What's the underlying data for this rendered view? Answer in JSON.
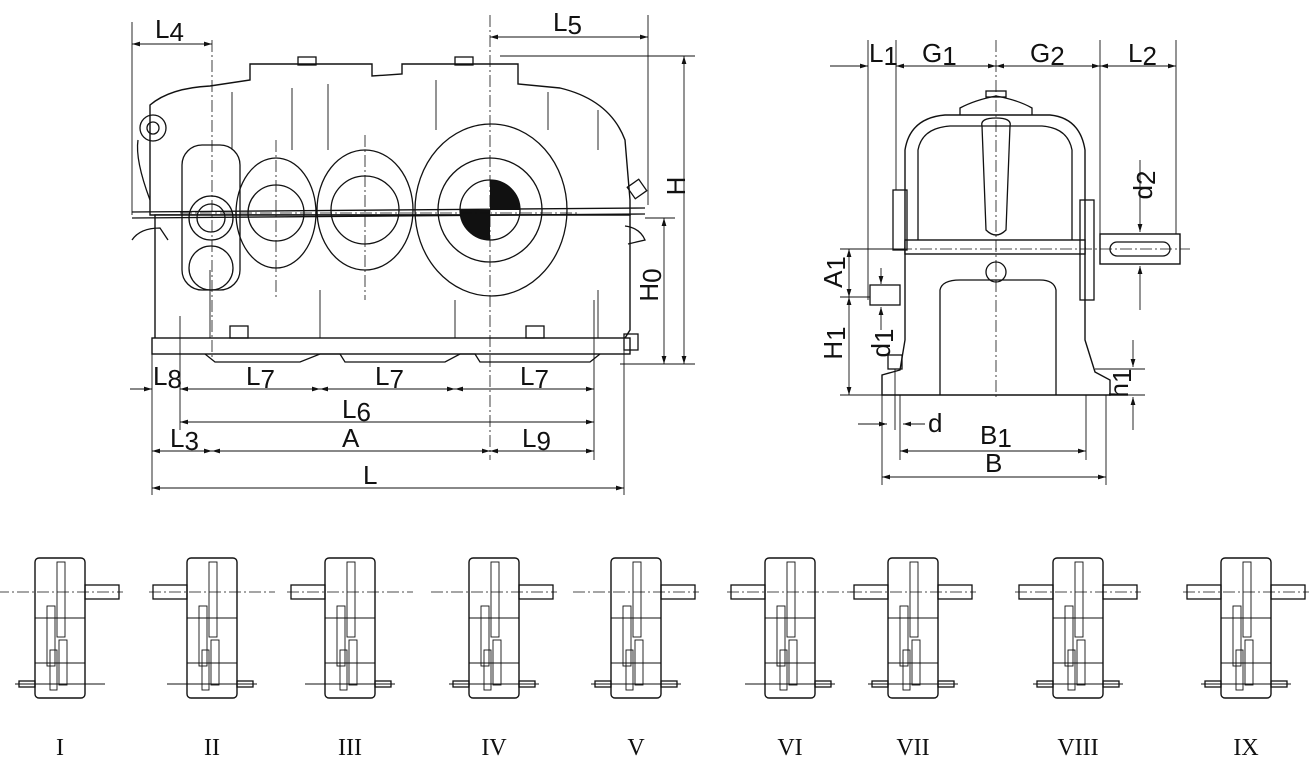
{
  "front_view": {
    "labels": {
      "L4": {
        "main": "L",
        "sub": "4"
      },
      "L5": {
        "main": "L",
        "sub": "5"
      },
      "H": {
        "main": "H",
        "sub": ""
      },
      "H0": {
        "main": "H",
        "sub": "0"
      },
      "L8": {
        "main": "L",
        "sub": "8"
      },
      "L7a": {
        "main": "L",
        "sub": "7"
      },
      "L7b": {
        "main": "L",
        "sub": "7"
      },
      "L7c": {
        "main": "L",
        "sub": "7"
      },
      "L6": {
        "main": "L",
        "sub": "6"
      },
      "L3": {
        "main": "L",
        "sub": "3"
      },
      "A": {
        "main": "A",
        "sub": ""
      },
      "L9": {
        "main": "L",
        "sub": "9"
      },
      "L": {
        "main": "L",
        "sub": ""
      }
    }
  },
  "side_view": {
    "labels": {
      "L1": {
        "main": "L",
        "sub": "1"
      },
      "G1": {
        "main": "G",
        "sub": "1"
      },
      "G2": {
        "main": "G",
        "sub": "2"
      },
      "L2": {
        "main": "L",
        "sub": "2"
      },
      "d2": {
        "main": "d",
        "sub": "2"
      },
      "A1": {
        "main": "A",
        "sub": "1"
      },
      "H1": {
        "main": "H",
        "sub": "1"
      },
      "d1": {
        "main": "d",
        "sub": "1"
      },
      "h1": {
        "main": "h",
        "sub": "1"
      },
      "d": {
        "main": "d",
        "sub": ""
      },
      "B1": {
        "main": "B",
        "sub": "1"
      },
      "B": {
        "main": "B",
        "sub": ""
      }
    }
  },
  "assembly_types": [
    {
      "numeral": "I",
      "input": "left",
      "output": "right"
    },
    {
      "numeral": "II",
      "input": "right",
      "output": "left"
    },
    {
      "numeral": "III",
      "input": "right",
      "output": "left"
    },
    {
      "numeral": "IV",
      "input": "both",
      "output": "right"
    },
    {
      "numeral": "V",
      "input": "both",
      "output": "right"
    },
    {
      "numeral": "VI",
      "input": "right",
      "output": "left"
    },
    {
      "numeral": "VII",
      "input": "both",
      "output": "both"
    },
    {
      "numeral": "VIII",
      "input": "both",
      "output": "both"
    },
    {
      "numeral": "IX",
      "input": "both",
      "output": "both"
    }
  ]
}
